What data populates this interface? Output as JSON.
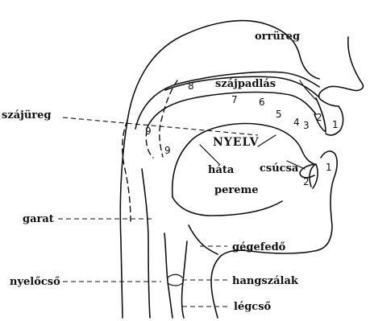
{
  "labels": {
    "orrureg": "orrüreg",
    "szajpadlas": "szájpadlás",
    "szajureg": "szájüreg",
    "nyelv": "NYELV",
    "hata": "háta",
    "pereme": "pereme",
    "csucsa": "csúcsa",
    "garat": "garat",
    "gegefedo": "gégefedő",
    "nyelocso": "nyelőcső",
    "hangszalak": "hangszálak",
    "legcso": "légcső"
  },
  "numbers": {
    "n1_upper": "1",
    "n2_upper": "2",
    "n3": "3",
    "n4": "4",
    "n5": "5",
    "n6": "6",
    "n7": "7",
    "n8": "8",
    "n9_upper": "9",
    "n9_lower": "9",
    "n1_lower": "1",
    "n2_lower": "2"
  }
}
